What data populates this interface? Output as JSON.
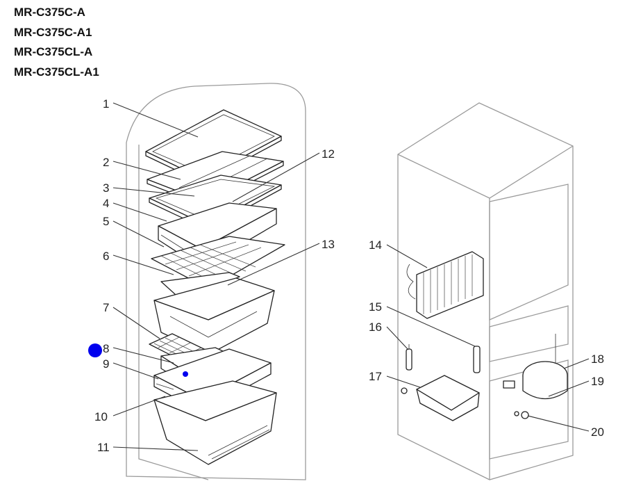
{
  "models": [
    "MR-C375C-A",
    "MR-C375C-A1",
    "MR-C375CL-A",
    "MR-C375CL-A1"
  ],
  "callouts": [
    "1",
    "2",
    "3",
    "4",
    "5",
    "6",
    "7",
    "8",
    "9",
    "10",
    "11",
    "12",
    "13",
    "14",
    "15",
    "16",
    "17",
    "18",
    "19",
    "20"
  ],
  "colors": {
    "marker": "#0000ee",
    "line": "#333333",
    "cabinet": "#9a9a9a"
  }
}
